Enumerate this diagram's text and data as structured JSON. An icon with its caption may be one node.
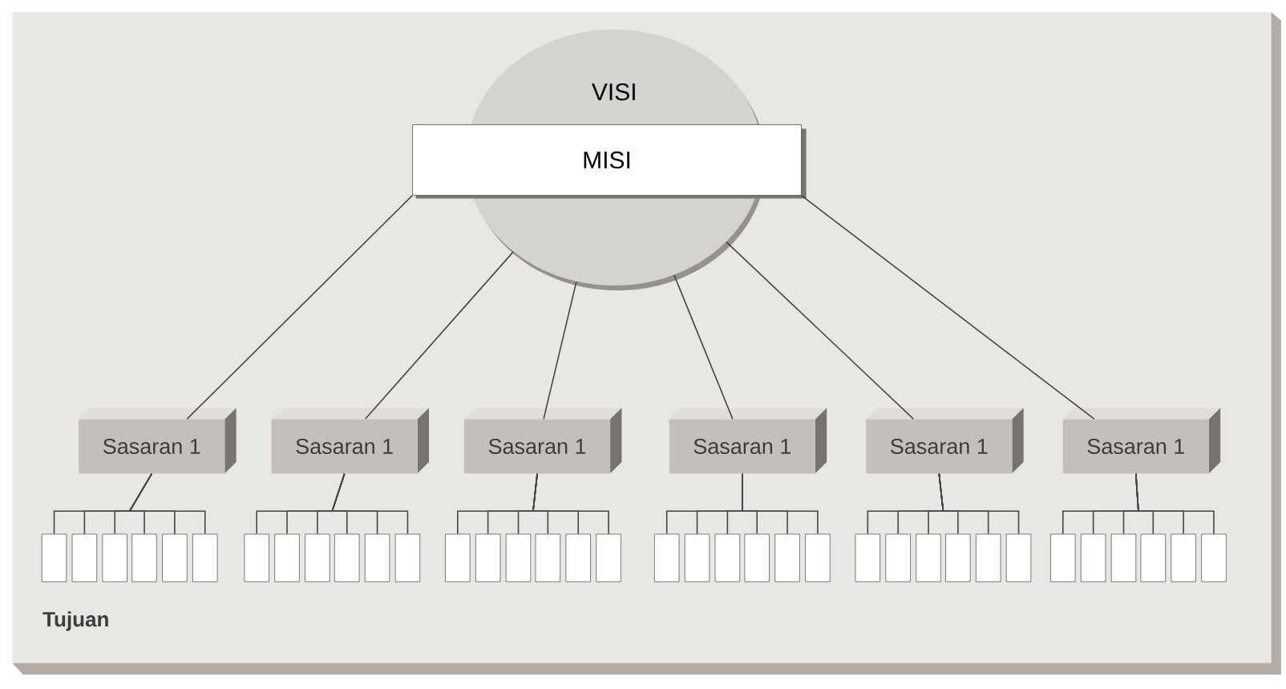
{
  "diagram": {
    "nodes": [
      {
        "text": [
          "VISI"
        ]
      },
      {
        "text": [
          "MISI"
        ]
      },
      {
        "text": [
          "Sasaran 1"
        ]
      },
      {
        "text": [
          "Sasaran 1"
        ]
      },
      {
        "text": [
          "Sasaran 1"
        ]
      },
      {
        "text": [
          "Sasaran 1"
        ]
      },
      {
        "text": [
          "Sasaran 1"
        ]
      },
      {
        "text": [
          "Sasaran 1"
        ]
      },
      {
        "text": [],
        "shape": "box"
      },
      {
        "text": [],
        "shape": "box"
      },
      {
        "text": [],
        "shape": "box"
      },
      {
        "text": [],
        "shape": "box"
      },
      {
        "text": [],
        "shape": "box"
      },
      {
        "text": [],
        "shape": "box"
      },
      {
        "text": [],
        "shape": "box"
      },
      {
        "text": [],
        "shape": "box"
      },
      {
        "text": [],
        "shape": "box"
      },
      {
        "text": [],
        "shape": "box"
      },
      {
        "text": [],
        "shape": "box"
      },
      {
        "text": [],
        "shape": "box"
      },
      {
        "text": [],
        "shape": "box"
      },
      {
        "text": [],
        "shape": "box"
      },
      {
        "text": [],
        "shape": "box"
      },
      {
        "text": [],
        "shape": "box"
      },
      {
        "text": [],
        "shape": "box"
      },
      {
        "text": [],
        "shape": "box"
      },
      {
        "text": [],
        "shape": "box"
      },
      {
        "text": [],
        "shape": "box"
      },
      {
        "text": [],
        "shape": "box"
      },
      {
        "text": [],
        "shape": "box"
      },
      {
        "text": [],
        "shape": "box"
      },
      {
        "text": [],
        "shape": "box"
      },
      {
        "text": [],
        "shape": "box"
      },
      {
        "text": [],
        "shape": "box"
      },
      {
        "text": [],
        "shape": "box"
      },
      {
        "text": [],
        "shape": "box"
      },
      {
        "text": [],
        "shape": "box"
      },
      {
        "text": [],
        "shape": "box"
      },
      {
        "text": [],
        "shape": "box"
      },
      {
        "text": [],
        "shape": "box"
      },
      {
        "text": [],
        "shape": "box"
      },
      {
        "text": [],
        "shape": "box"
      },
      {
        "text": [],
        "shape": "box"
      },
      {
        "text": [],
        "shape": "box"
      }
    ],
    "edges": [
      {
        "from": 1,
        "to": 2,
        "arrow": "none"
      },
      {
        "from": 0,
        "to": 3,
        "arrow": "none"
      },
      {
        "from": 0,
        "to": 4,
        "arrow": "none"
      },
      {
        "from": 0,
        "to": 5,
        "arrow": "none"
      },
      {
        "from": 0,
        "to": 6,
        "arrow": "none"
      },
      {
        "from": 1,
        "to": 7,
        "arrow": "none"
      },
      {
        "from": 2,
        "to": 8,
        "arrow": "none"
      },
      {
        "from": 2,
        "to": 9,
        "arrow": "none"
      },
      {
        "from": 2,
        "to": 10,
        "arrow": "none"
      },
      {
        "from": 2,
        "to": 11,
        "arrow": "none"
      },
      {
        "from": 2,
        "to": 12,
        "arrow": "none"
      },
      {
        "from": 2,
        "to": 13,
        "arrow": "none"
      },
      {
        "from": 3,
        "to": 14,
        "arrow": "none"
      },
      {
        "from": 3,
        "to": 15,
        "arrow": "none"
      },
      {
        "from": 3,
        "to": 16,
        "arrow": "none"
      },
      {
        "from": 3,
        "to": 17,
        "arrow": "none"
      },
      {
        "from": 3,
        "to": 18,
        "arrow": "none"
      },
      {
        "from": 3,
        "to": 19,
        "arrow": "none"
      },
      {
        "from": 4,
        "to": 20,
        "arrow": "none"
      },
      {
        "from": 4,
        "to": 21,
        "arrow": "none"
      },
      {
        "from": 4,
        "to": 22,
        "arrow": "none"
      },
      {
        "from": 4,
        "to": 23,
        "arrow": "none"
      },
      {
        "from": 4,
        "to": 24,
        "arrow": "none"
      },
      {
        "from": 4,
        "to": 25,
        "arrow": "none"
      },
      {
        "from": 5,
        "to": 26,
        "arrow": "none"
      },
      {
        "from": 5,
        "to": 27,
        "arrow": "none"
      },
      {
        "from": 5,
        "to": 28,
        "arrow": "none"
      },
      {
        "from": 5,
        "to": 29,
        "arrow": "none"
      },
      {
        "from": 5,
        "to": 30,
        "arrow": "none"
      },
      {
        "from": 5,
        "to": 31,
        "arrow": "none"
      },
      {
        "from": 6,
        "to": 32,
        "arrow": "none"
      },
      {
        "from": 6,
        "to": 33,
        "arrow": "none"
      },
      {
        "from": 6,
        "to": 34,
        "arrow": "none"
      },
      {
        "from": 6,
        "to": 35,
        "arrow": "none"
      },
      {
        "from": 6,
        "to": 36,
        "arrow": "none"
      },
      {
        "from": 6,
        "to": 37,
        "arrow": "none"
      },
      {
        "from": 7,
        "to": 38,
        "arrow": "none"
      },
      {
        "from": 7,
        "to": 39,
        "arrow": "none"
      },
      {
        "from": 7,
        "to": 40,
        "arrow": "none"
      },
      {
        "from": 7,
        "to": 41,
        "arrow": "none"
      },
      {
        "from": 7,
        "to": 42,
        "arrow": "none"
      },
      {
        "from": 7,
        "to": 43,
        "arrow": "none"
      }
    ],
    "labels": [
      "Tujuan"
    ]
  }
}
